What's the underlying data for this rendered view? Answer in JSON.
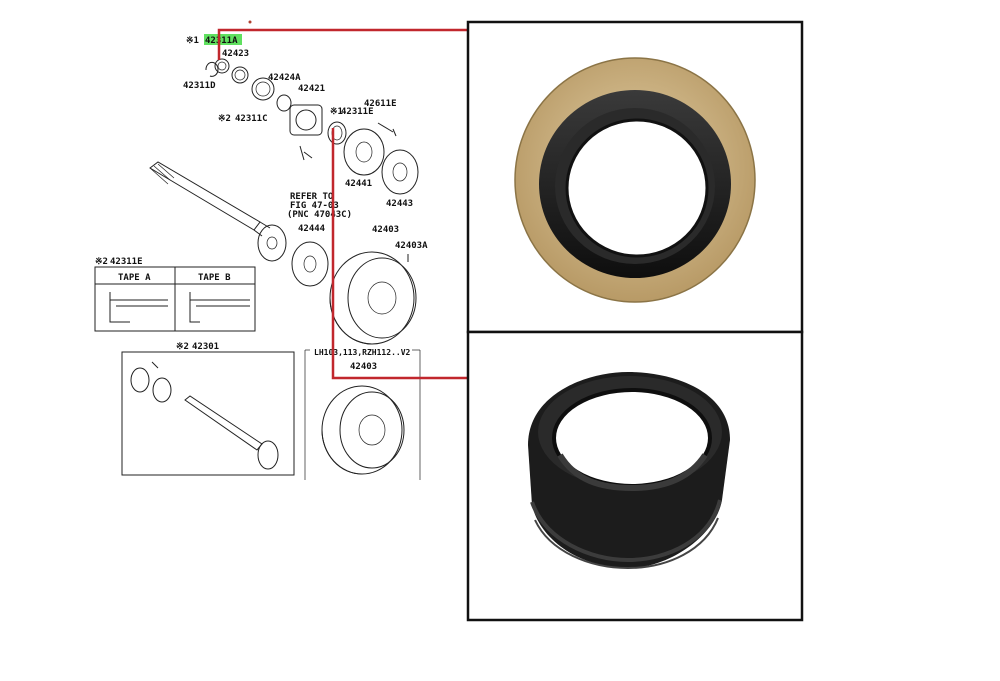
{
  "colors": {
    "callout_line": "#c1272d",
    "highlight": "#5fe05f",
    "photo_frame": "#111111",
    "seal_rubber": "#1f1f1f",
    "seal_bond": "#cdb48a"
  },
  "parts": {
    "p42311A": "42311A",
    "p42423": "42423",
    "p42311D": "42311D",
    "p42424A": "42424A",
    "p42421": "42421",
    "p42311C": "42311C",
    "p42611E": "42611E",
    "p42311E": "42311E",
    "p42441": "42441",
    "p42443": "42443",
    "p42444": "42444",
    "p42403": "42403",
    "p42403A": "42403A",
    "p42311E_b": "42311E",
    "p42301": "42301",
    "p42403_b": "42403"
  },
  "marks": {
    "star1": "※1",
    "star2": "※2"
  },
  "refer": {
    "line1": "REFER TO",
    "line2": "FIG 47-03",
    "line3": "(PNC 47043C)"
  },
  "tapes": {
    "a": "TAPE A",
    "b": "TAPE B"
  },
  "model_note": "LH103,113,RZH112..V2",
  "photos": [
    {
      "name": "oil-seal-top",
      "description_icon": "oil-seal-icon"
    },
    {
      "name": "oil-seal-bottom",
      "description_icon": "dust-seal-icon"
    }
  ]
}
